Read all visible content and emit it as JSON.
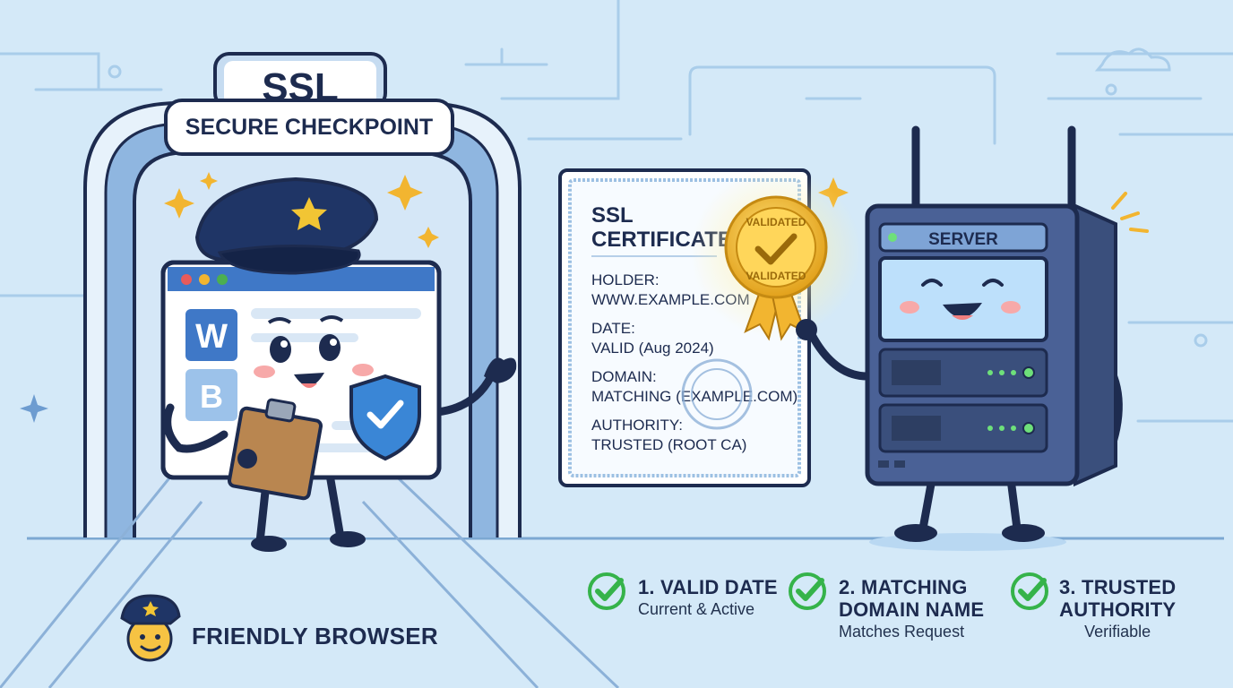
{
  "gate": {
    "title": "SSL",
    "subtitle": "SECURE CHECKPOINT"
  },
  "certificate": {
    "title_line1": "SSL",
    "title_line2": "CERTIFICATE",
    "fields": [
      {
        "label": "HOLDER:",
        "value": "WWW.EXAMPLE.COM"
      },
      {
        "label": "DATE:",
        "value": "VALID (Aug 2024)"
      },
      {
        "label": "DOMAIN:",
        "value": "MATCHING (EXAMPLE.COM)"
      },
      {
        "label": "AUTHORITY:",
        "value": "TRUSTED (ROOT CA)"
      }
    ],
    "seal_text_top": "VALIDATED",
    "seal_text_bottom": "VALIDATED"
  },
  "browser_window": {
    "letter1": "W",
    "letter2": "B"
  },
  "server": {
    "label": "SERVER"
  },
  "legend": {
    "friendly_label": "FRIENDLY BROWSER",
    "items": [
      {
        "title_line1": "1. VALID DATE",
        "title_line2": "",
        "sub": "Current & Active"
      },
      {
        "title_line1": "2. MATCHING",
        "title_line2": "DOMAIN NAME",
        "sub": "Matches Request"
      },
      {
        "title_line1": "3. TRUSTED",
        "title_line2": "AUTHORITY",
        "sub": "Verifiable"
      }
    ]
  },
  "colors": {
    "background": "#d4e9f8",
    "outline": "#1d2b4f",
    "check_green": "#35b34a",
    "gold": "#f2b530",
    "shield_blue": "#3a86d6"
  }
}
